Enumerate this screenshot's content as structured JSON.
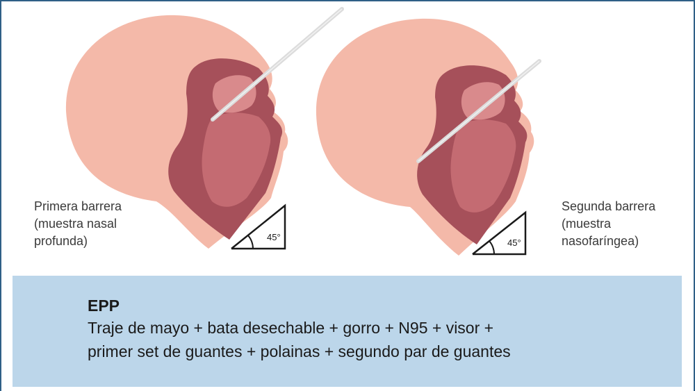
{
  "figures": [
    {
      "caption_lines": [
        "Primera barrera",
        "(muestra nasal",
        "profunda)"
      ],
      "angle_label": "45°"
    },
    {
      "caption_lines": [
        "Segunda barrera",
        "(muestra",
        "nasofaríngea)"
      ],
      "angle_label": "45°"
    }
  ],
  "ppe": {
    "title": "EPP",
    "line1": "Traje de mayo + bata desechable + gorro + N95 + visor +",
    "line2": "primer set de guantes + polainas + segundo par de guantes"
  },
  "colors": {
    "skin": "#f4b9a9",
    "tissue_dark": "#a6505a",
    "tissue_mid": "#c46b72",
    "tissue_light": "#d98a8c",
    "swab": "#dcdcdc",
    "panel": "#bcd6ea",
    "frame": "#2f5f86"
  },
  "icons": {
    "angle_marker": "right-triangle-angle-icon",
    "swab": "nasal-swab-icon"
  }
}
